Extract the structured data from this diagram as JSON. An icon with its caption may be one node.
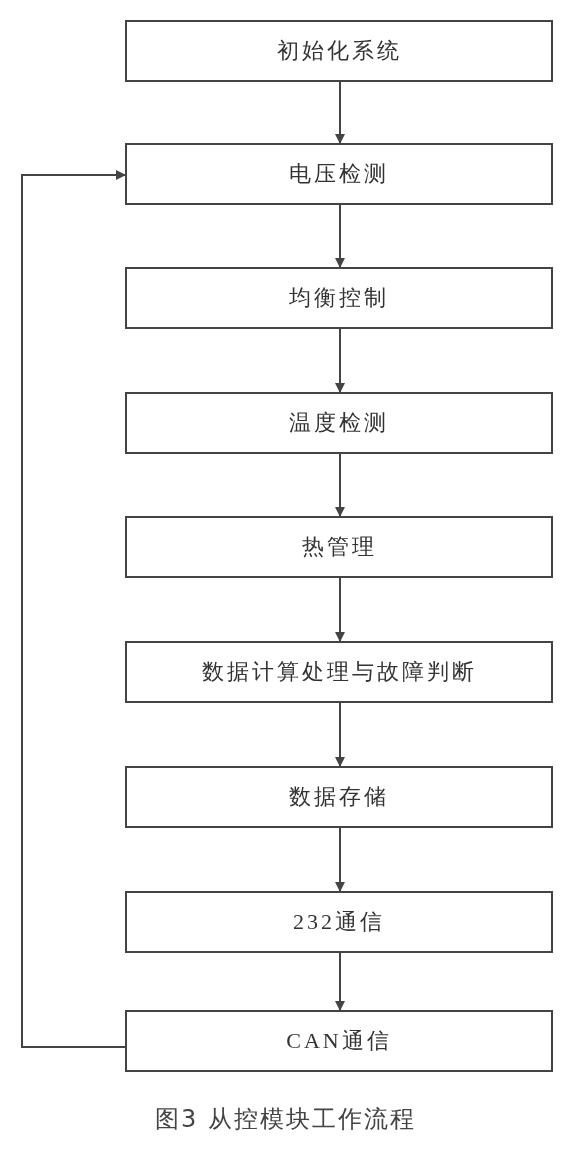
{
  "diagram": {
    "caption": "图3 从控模块工作流程",
    "nodes": [
      {
        "text": [
          "初始化系统"
        ]
      },
      {
        "text": [
          "电压检测"
        ]
      },
      {
        "text": [
          "均衡控制"
        ]
      },
      {
        "text": [
          "温度检测"
        ]
      },
      {
        "text": [
          "热管理"
        ]
      },
      {
        "text": [
          "数据计算处理与故障判断"
        ]
      },
      {
        "text": [
          "数据存储"
        ]
      },
      {
        "text": [
          "232通信"
        ]
      },
      {
        "text": [
          "CAN通信"
        ]
      }
    ],
    "edges": [
      {
        "from": 0,
        "to": 1,
        "arrow": "to"
      },
      {
        "from": 1,
        "to": 2,
        "arrow": "to"
      },
      {
        "from": 2,
        "to": 3,
        "arrow": "to"
      },
      {
        "from": 3,
        "to": 4,
        "arrow": "to"
      },
      {
        "from": 4,
        "to": 5,
        "arrow": "to"
      },
      {
        "from": 5,
        "to": 6,
        "arrow": "to"
      },
      {
        "from": 6,
        "to": 7,
        "arrow": "to"
      },
      {
        "from": 7,
        "to": 8,
        "arrow": "to"
      },
      {
        "from": 8,
        "to": 1,
        "arrow": "to"
      }
    ]
  }
}
